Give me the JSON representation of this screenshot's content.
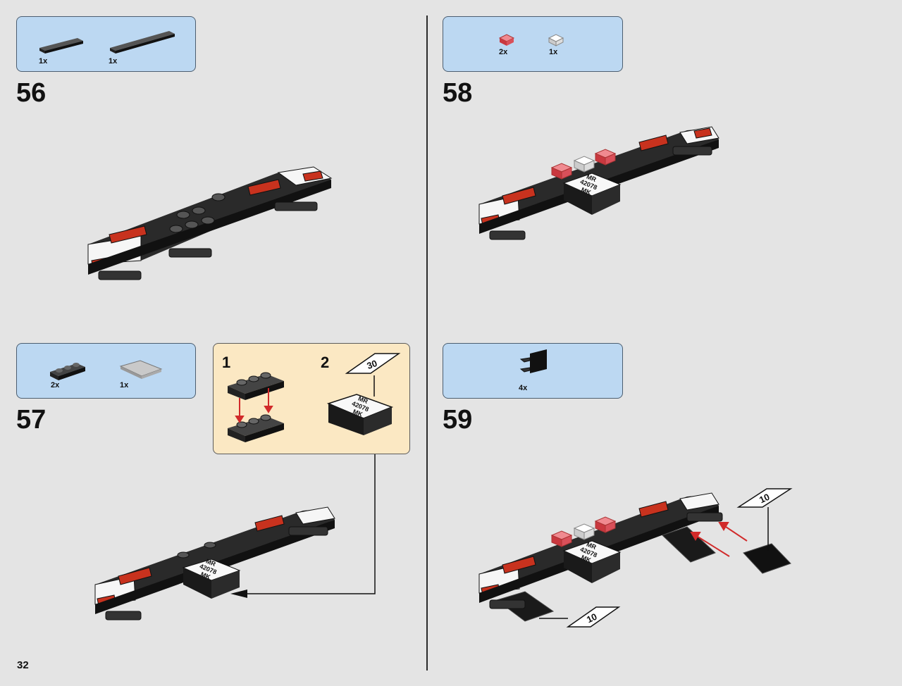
{
  "page_number": "32",
  "steps": [
    {
      "number": "56",
      "parts": [
        {
          "qty": "1x"
        },
        {
          "qty": "1x"
        }
      ]
    },
    {
      "number": "57",
      "parts": [
        {
          "qty": "2x"
        },
        {
          "qty": "1x"
        }
      ],
      "subassembly": {
        "sub_steps": [
          "1",
          "2"
        ],
        "callout_count": "30",
        "tile_text": [
          "MR",
          "42078",
          "MK"
        ]
      }
    },
    {
      "number": "58",
      "parts": [
        {
          "qty": "2x"
        },
        {
          "qty": "1x"
        }
      ],
      "tile_text": [
        "MR",
        "42078",
        "MK"
      ]
    },
    {
      "number": "59",
      "parts": [
        {
          "qty": "4x"
        }
      ],
      "callout_counts": [
        "10",
        "10"
      ],
      "tile_text": [
        "MR",
        "42078",
        "MK"
      ]
    }
  ],
  "colors": {
    "panel_blue": "#bcd8f2",
    "panel_cream": "#fbe8c3",
    "arrow_red": "#d12a2a",
    "brick_black": "#2a2a2a",
    "tile_red": "#c8321e"
  }
}
